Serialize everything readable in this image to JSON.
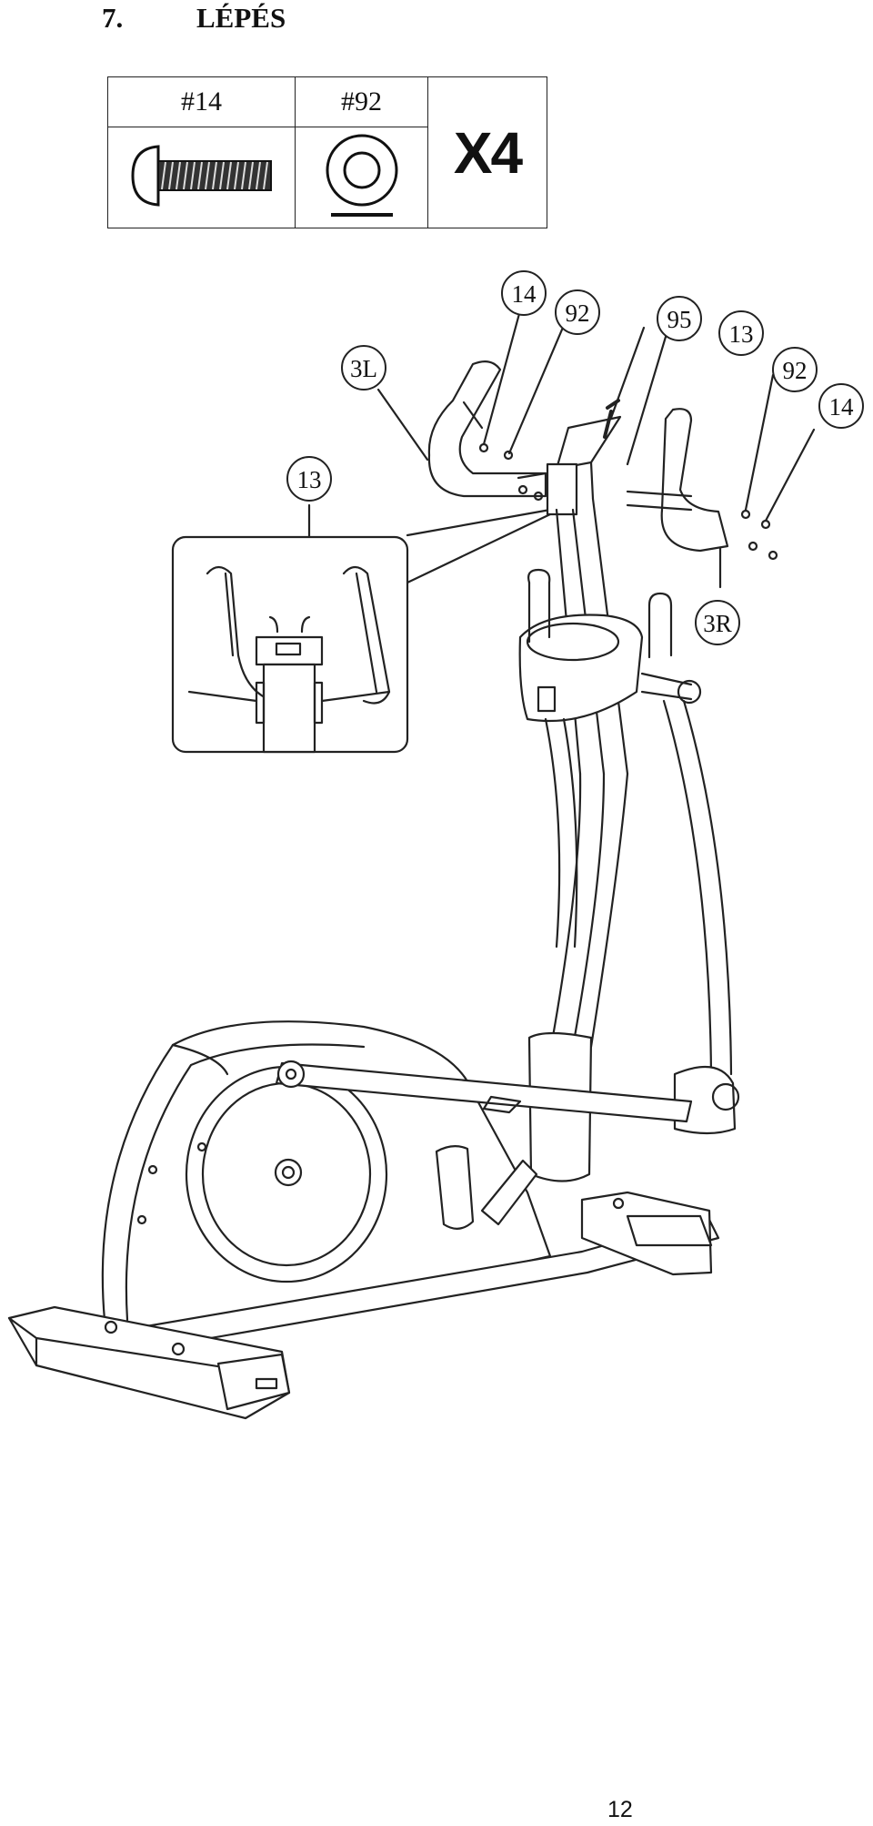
{
  "step": {
    "number": "7.",
    "title": "LÉPÉS"
  },
  "parts": [
    {
      "id": "#14",
      "icon": "bolt-icon"
    },
    {
      "id": "#92",
      "icon": "washer-icon"
    }
  ],
  "quantity": "X4",
  "callouts": {
    "c14a": "14",
    "c92a": "92",
    "c95": "95",
    "c13a": "13",
    "c92b": "92",
    "c14b": "14",
    "c3L": "3L",
    "c3R": "3R",
    "c13b": "13"
  },
  "page_number": "12"
}
